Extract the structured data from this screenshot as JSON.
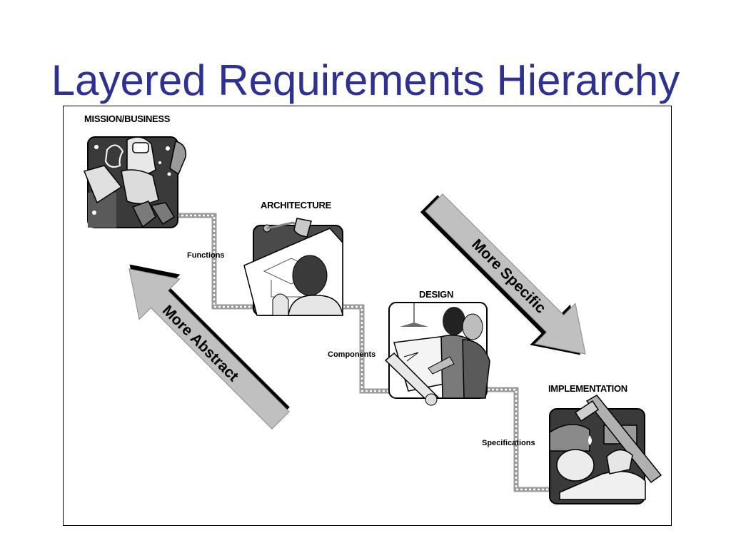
{
  "slide": {
    "title": "Layered Requirements Hierarchy"
  },
  "stages": [
    {
      "label": "MISSION/BUSINESS",
      "icon": "astronaut-icon"
    },
    {
      "label": "ARCHITECTURE",
      "icon": "blueprint-lamp-icon"
    },
    {
      "label": "DESIGN",
      "icon": "designer-drafting-icon"
    },
    {
      "label": "IMPLEMENTATION",
      "icon": "pipe-wrench-icon"
    }
  ],
  "connectors": [
    {
      "label": "Functions"
    },
    {
      "label": "Components"
    },
    {
      "label": "Specifications"
    }
  ],
  "arrows": {
    "up": "More Abstract",
    "down": "More Specific"
  },
  "colors": {
    "title": "#2e3192",
    "arrow_fill": "#c0c0c0",
    "tile_dark": "#3a3a3a"
  }
}
